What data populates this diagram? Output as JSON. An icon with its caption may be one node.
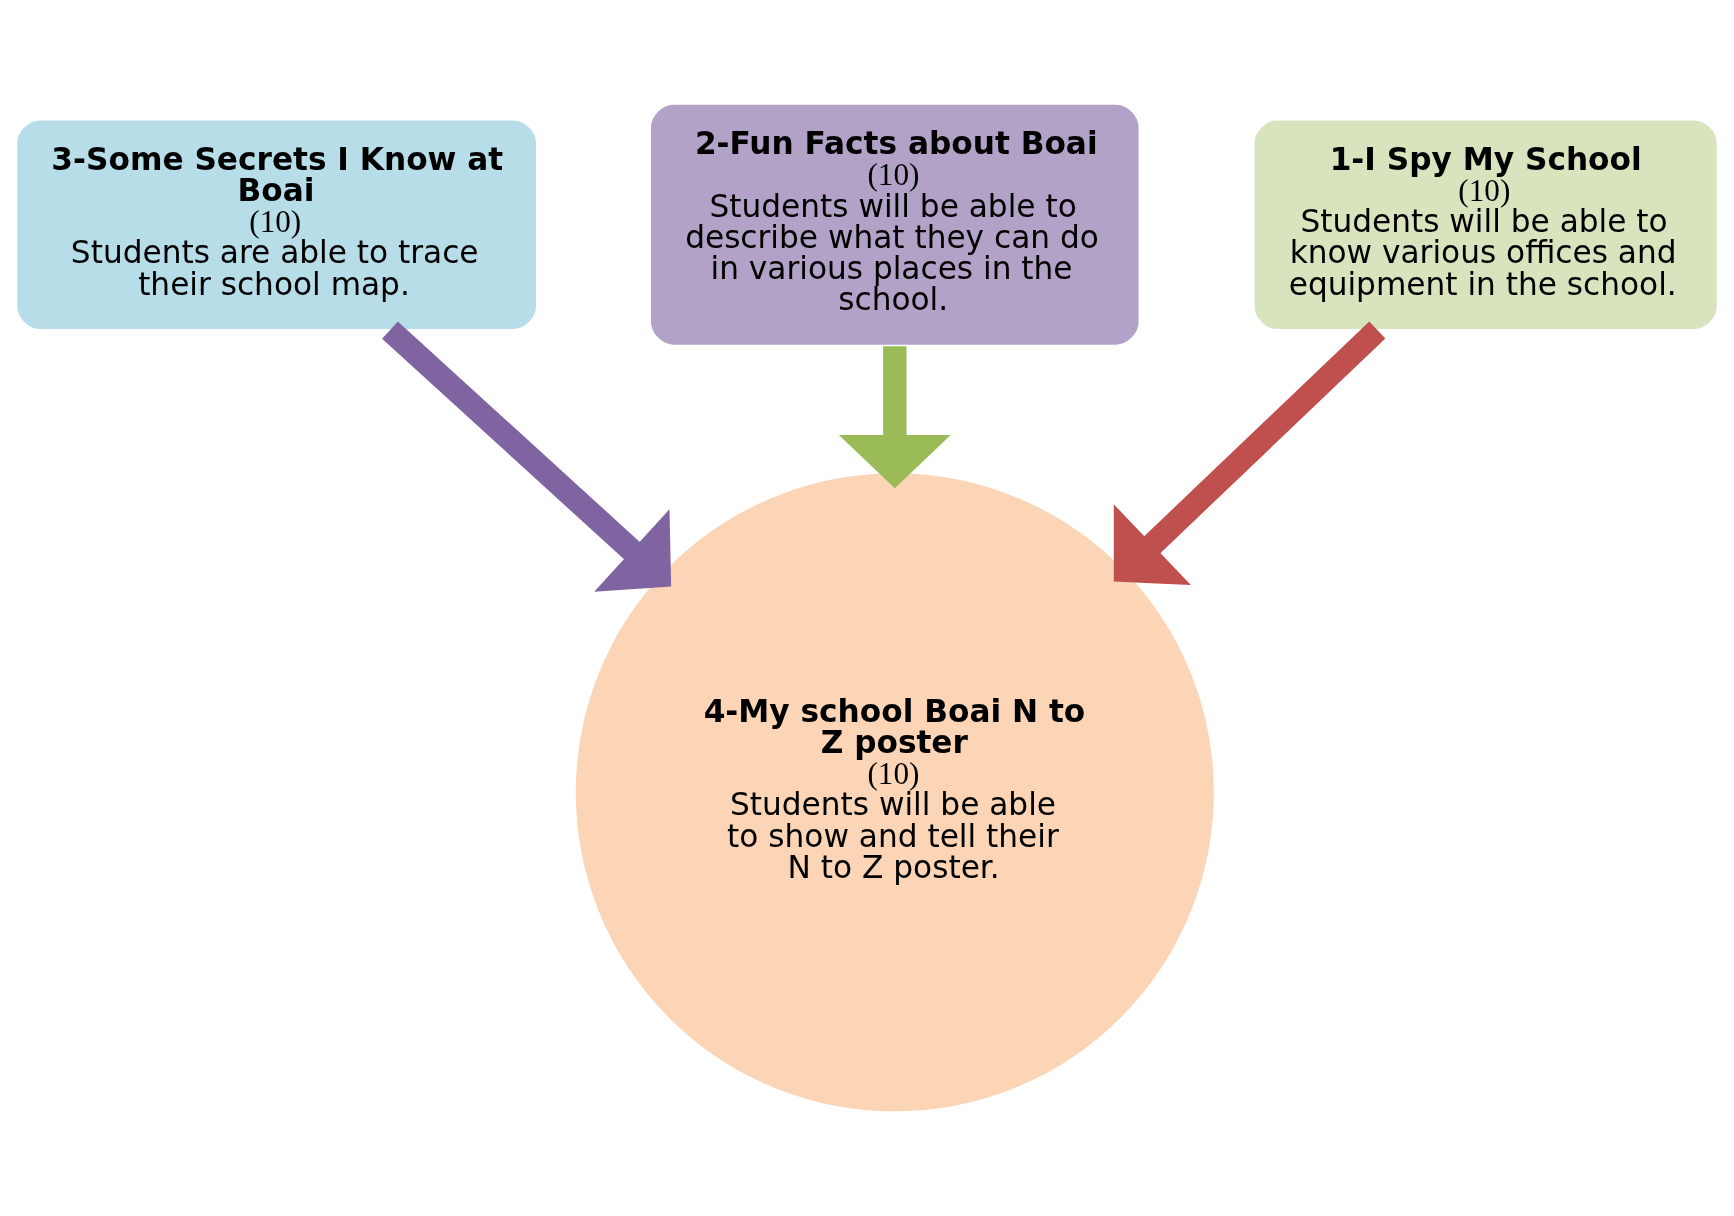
{
  "diagram": {
    "nodes": [
      {
        "text": [
          "2-Fun Facts about Boai",
          "(10)",
          "Students will be able to describe what they can do in various places in the school."
        ]
      },
      {
        "text": [
          "3-Some Secrets I Know at Boai",
          "(10)",
          "Students are able to trace their school map."
        ]
      },
      {
        "text": [
          "1-I Spy My School",
          "(10)",
          "Students will be able to know various offices and equipment in the school."
        ]
      },
      {
        "text": [
          "4-My school Boai N to Z poster",
          "(10)",
          "Students will be able to show and tell their N to Z poster."
        ]
      }
    ],
    "edges": [
      {
        "from": 0,
        "to": 3,
        "arrow": "to",
        "color": "#9bbb59"
      },
      {
        "from": 1,
        "to": 3,
        "arrow": "to",
        "color": "#8064a2"
      },
      {
        "from": 2,
        "to": 3,
        "arrow": "to",
        "color": "#c0504d"
      }
    ]
  }
}
